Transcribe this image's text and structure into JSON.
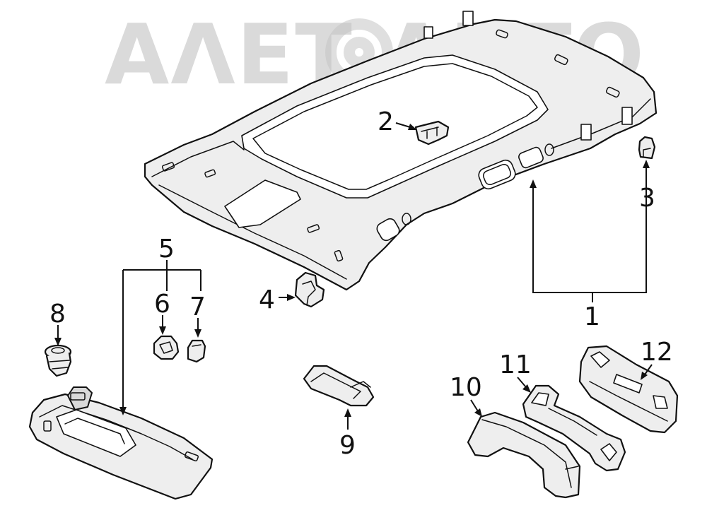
{
  "watermark": {
    "text": "ΑΛΕΤ   ΑΒΤΟ",
    "color": "#bdbdbd"
  },
  "callouts": {
    "c1": "1",
    "c2": "2",
    "c3": "3",
    "c4": "4",
    "c5": "5",
    "c6": "6",
    "c7": "7",
    "c8": "8",
    "c9": "9",
    "c10": "10",
    "c11": "11",
    "c12": "12"
  },
  "colors": {
    "line": "#111111",
    "part_fill": "#eeeeee",
    "background": "#ffffff"
  }
}
